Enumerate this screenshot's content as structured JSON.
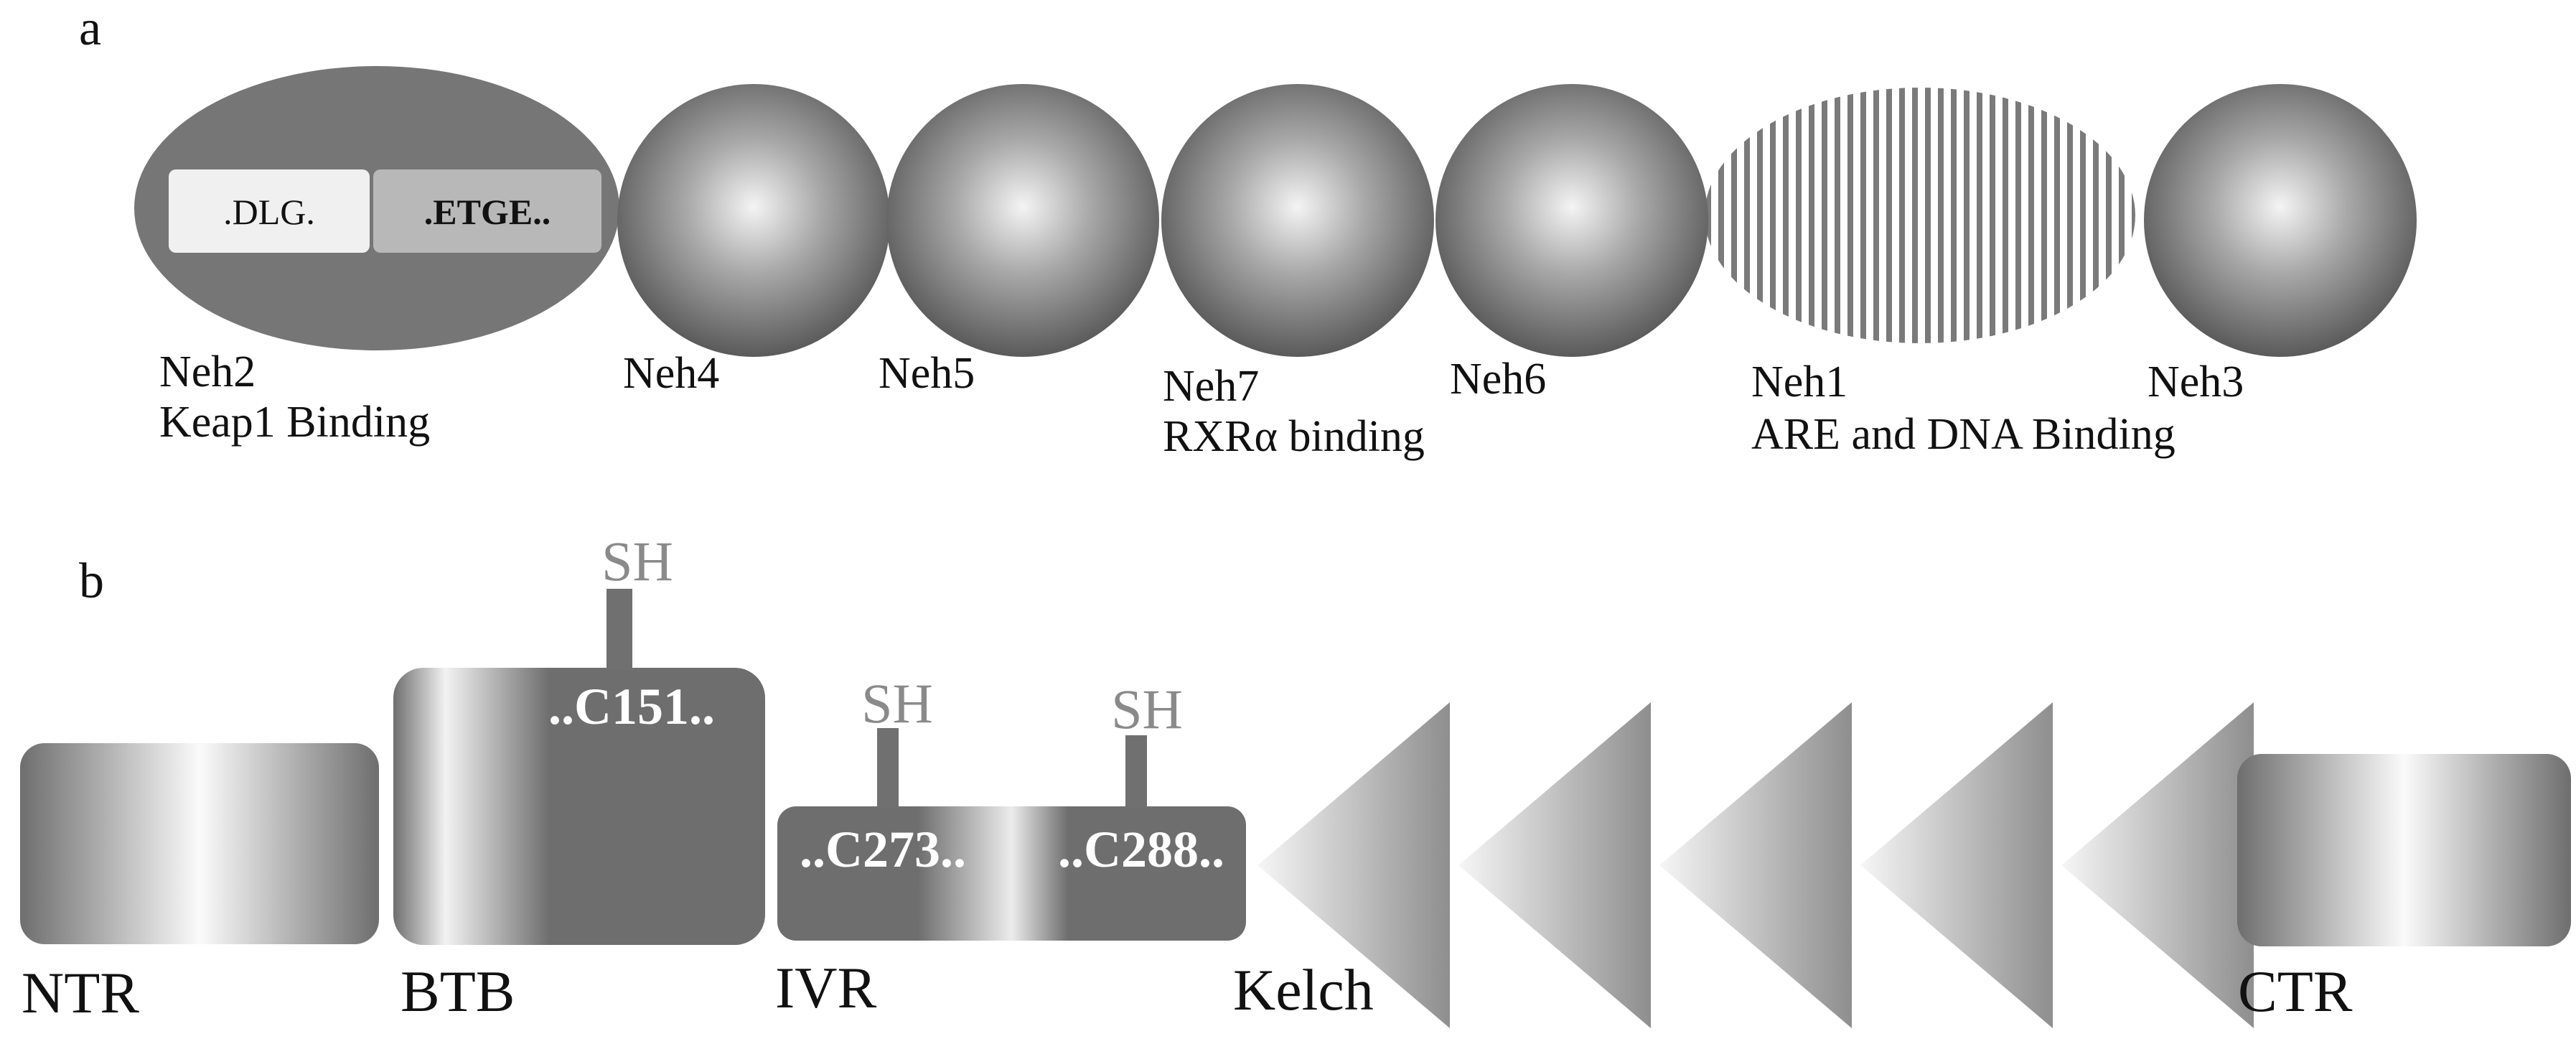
{
  "panel_a": {
    "label": "a",
    "neh2": {
      "name": "Neh2",
      "function": "Keap1 Binding",
      "motif_dlg": ".DLG.",
      "motif_etge": ".ETGE.."
    },
    "neh4": {
      "name": "Neh4"
    },
    "neh5": {
      "name": "Neh5"
    },
    "neh7": {
      "name": "Neh7",
      "function": "RXRα binding"
    },
    "neh6": {
      "name": "Neh6"
    },
    "neh1": {
      "name": "Neh1",
      "function": "ARE and DNA Binding"
    },
    "neh3": {
      "name": "Neh3"
    }
  },
  "panel_b": {
    "label": "b",
    "ntr": {
      "name": "NTR"
    },
    "btb": {
      "name": "BTB",
      "cysteine": "..C151..",
      "thiol": "SH"
    },
    "ivr": {
      "name": "IVR",
      "cysteine_1": "..C273..",
      "cysteine_2": "..C288..",
      "thiol_1": "SH",
      "thiol_2": "SH"
    },
    "kelch": {
      "name": "Kelch"
    },
    "ctr": {
      "name": "CTR"
    }
  }
}
